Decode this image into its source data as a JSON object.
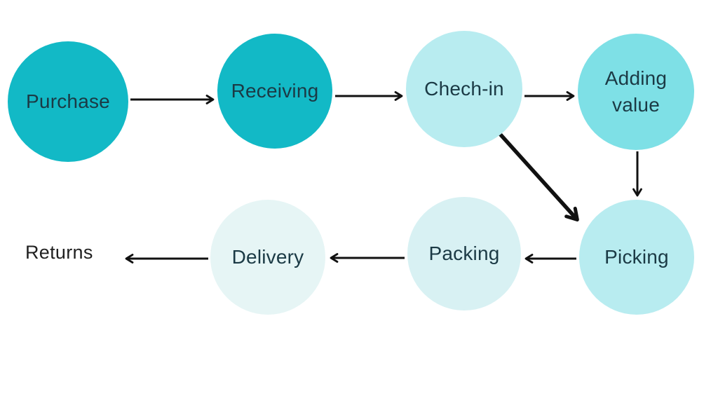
{
  "diagram": {
    "type": "flowchart",
    "background": "#ffffff",
    "text_color": "#1b3a45",
    "arrow_color": "#111111",
    "nodes": [
      {
        "id": "purchase",
        "label": "Purchase",
        "shape": "circle",
        "fill": "#12b9c6"
      },
      {
        "id": "receiving",
        "label": "Receiving",
        "shape": "circle",
        "fill": "#12b9c6"
      },
      {
        "id": "check-in",
        "label": "Chech-in",
        "shape": "circle",
        "fill": "#b8ecf0"
      },
      {
        "id": "adding-value",
        "label": "Adding value",
        "shape": "circle",
        "fill": "#7ee0e6"
      },
      {
        "id": "picking",
        "label": "Picking",
        "shape": "circle",
        "fill": "#b8ecf0"
      },
      {
        "id": "packing",
        "label": "Packing",
        "shape": "circle",
        "fill": "#d8f1f3"
      },
      {
        "id": "delivery",
        "label": "Delivery",
        "shape": "circle",
        "fill": "#e6f5f5"
      },
      {
        "id": "returns",
        "label": "Returns",
        "shape": "text",
        "fill": "none"
      }
    ],
    "edges": [
      {
        "from": "purchase",
        "to": "receiving",
        "style": "normal"
      },
      {
        "from": "receiving",
        "to": "check-in",
        "style": "normal"
      },
      {
        "from": "check-in",
        "to": "adding-value",
        "style": "normal"
      },
      {
        "from": "adding-value",
        "to": "picking",
        "style": "normal"
      },
      {
        "from": "check-in",
        "to": "picking",
        "style": "thick"
      },
      {
        "from": "picking",
        "to": "packing",
        "style": "normal"
      },
      {
        "from": "packing",
        "to": "delivery",
        "style": "normal"
      },
      {
        "from": "delivery",
        "to": "returns",
        "style": "normal"
      }
    ]
  }
}
